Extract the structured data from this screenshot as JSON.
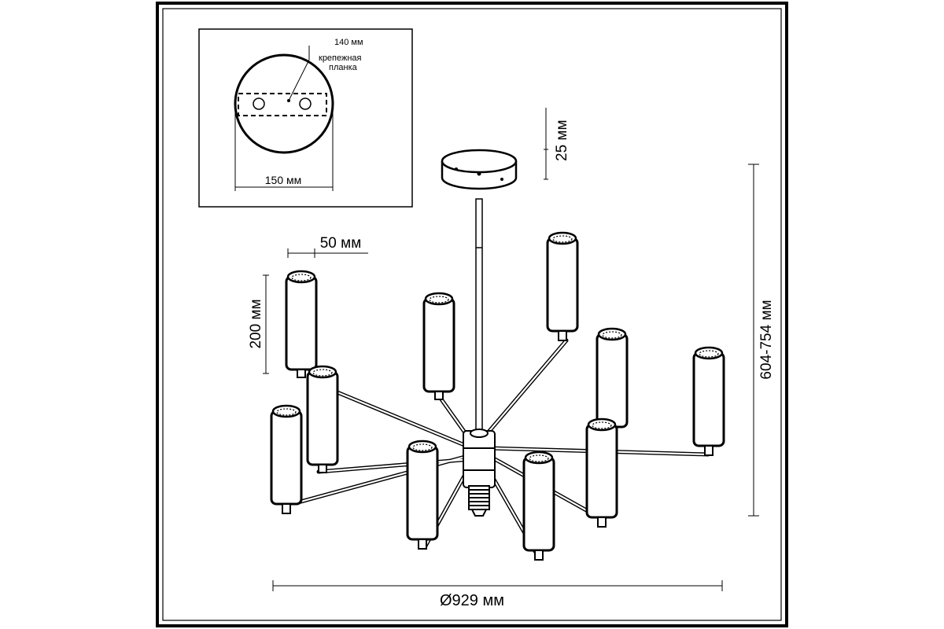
{
  "inset": {
    "plate_width": "140 мм",
    "plate_label_line1": "крепежная",
    "plate_label_line2": "планка",
    "canopy_diameter": "150 мм"
  },
  "dimensions": {
    "canopy_height": "25 мм",
    "shade_diameter": "50 мм",
    "shade_height": "200 мм",
    "total_height": "604-754 мм",
    "total_diameter": "Ø929 мм"
  },
  "colors": {
    "line": "#000000",
    "background": "#ffffff"
  }
}
